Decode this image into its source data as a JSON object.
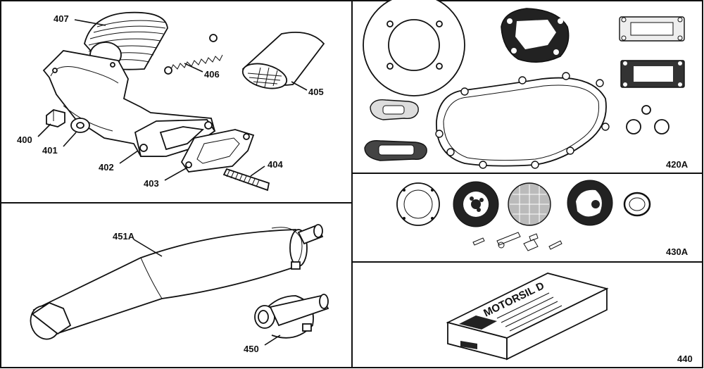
{
  "callouts": {
    "p400": "400",
    "p401": "401",
    "p402": "402",
    "p403": "403",
    "p404": "404",
    "p405": "405",
    "p406": "406",
    "p407": "407",
    "p420A": "420A",
    "p430A": "430A",
    "p440": "440",
    "p450": "450",
    "p451A": "451A"
  },
  "box_text": {
    "brand": "MOTORSIL D"
  }
}
